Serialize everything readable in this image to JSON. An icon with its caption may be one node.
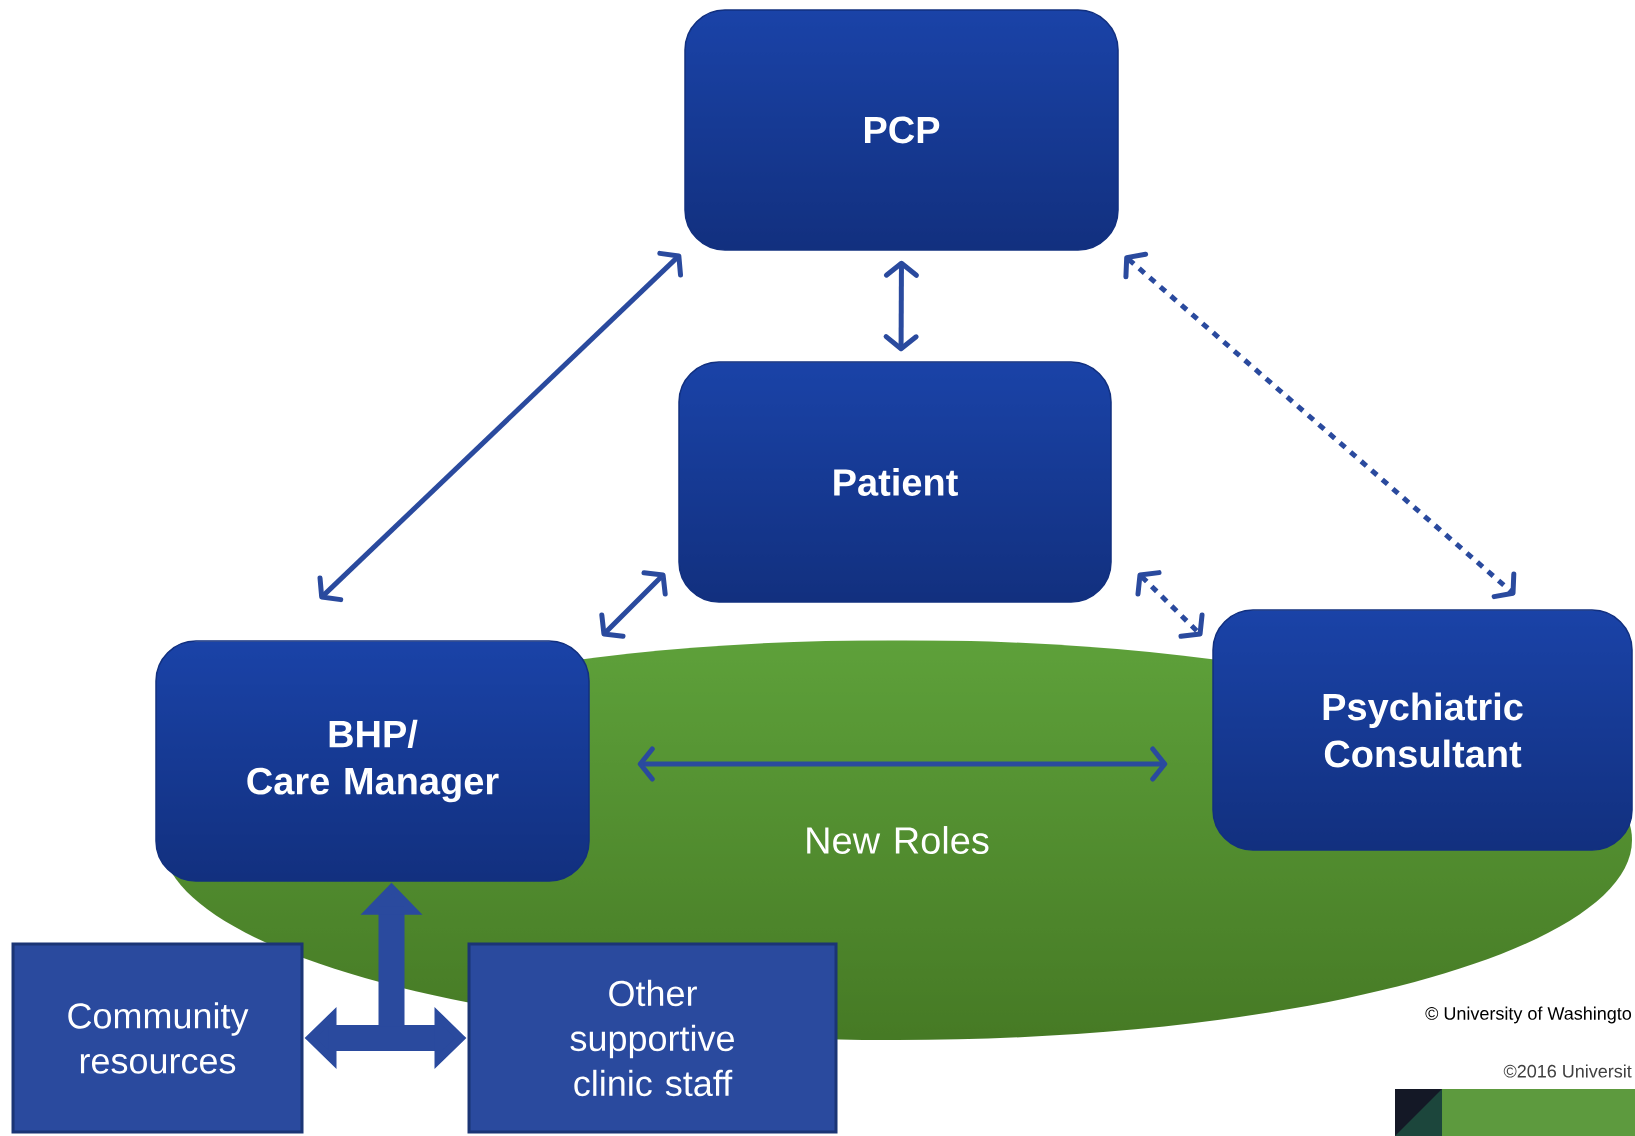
{
  "diagram": {
    "nodes": [
      {
        "text": [
          "PCP"
        ]
      },
      {
        "text": [
          "Patient"
        ]
      },
      {
        "text": [
          "BHP/ Care Manager"
        ]
      },
      {
        "text": [
          "New Roles"
        ]
      },
      {
        "text": [
          "Psychiatric Consultant"
        ]
      },
      {
        "text": [
          "Community resources"
        ]
      },
      {
        "text": [
          "Other supportive clinic staff"
        ]
      }
    ],
    "edges": [
      {
        "from": 2,
        "to": 0,
        "arrow": "both"
      },
      {
        "from": 0,
        "to": 1,
        "arrow": "both"
      },
      {
        "from": 2,
        "to": 1,
        "arrow": "both"
      },
      {
        "from": 0,
        "to": 4,
        "arrow": "both",
        "style": "dashed"
      },
      {
        "from": 1,
        "to": 4,
        "arrow": "both",
        "style": "dashed"
      },
      {
        "from": 2,
        "to": 4,
        "arrow": "both"
      },
      {
        "from": 5,
        "to": 6,
        "arrow": "both",
        "style": "thick"
      },
      {
        "from": null,
        "to": 2,
        "arrow": "to",
        "style": "thick"
      }
    ],
    "labels": [
      "© University of Washingto",
      "©2016 Universit"
    ]
  }
}
